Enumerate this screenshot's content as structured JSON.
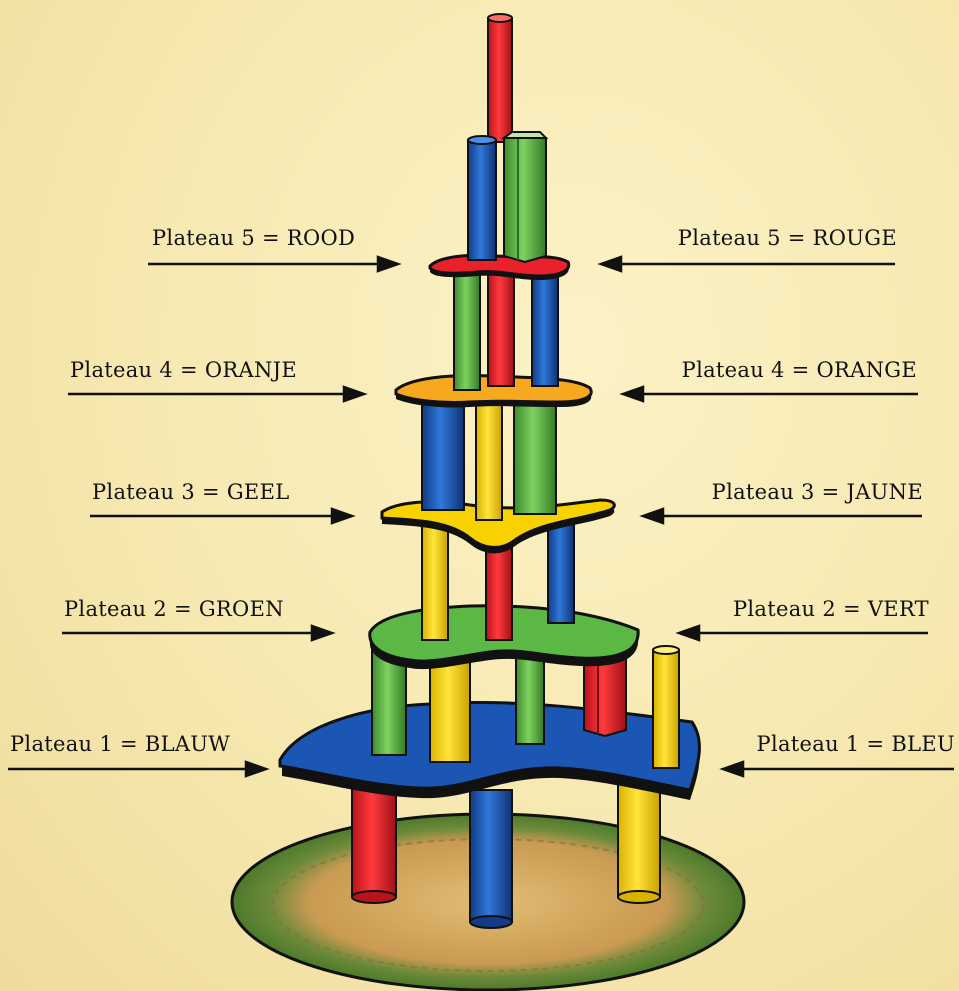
{
  "labels_left": [
    "Plateau 5 = ROOD",
    "Plateau 4 = ORANJE",
    "Plateau 3 = GEEL",
    "Plateau 2 = GROEN",
    "Plateau 1 = BLAUW"
  ],
  "labels_right": [
    "Plateau 5 = ROUGE",
    "Plateau 4 = ORANGE",
    "Plateau 3 = JAUNE",
    "Plateau 2 = VERT",
    "Plateau 1 = BLEU"
  ],
  "colors": {
    "red": "#e8212b",
    "blue": "#1c56b4",
    "green": "#5cb845",
    "yellow": "#f7d200",
    "orange": "#f6a81e",
    "outline": "#111111",
    "ground": "#d6a960",
    "grass": "#5b9a3a"
  }
}
